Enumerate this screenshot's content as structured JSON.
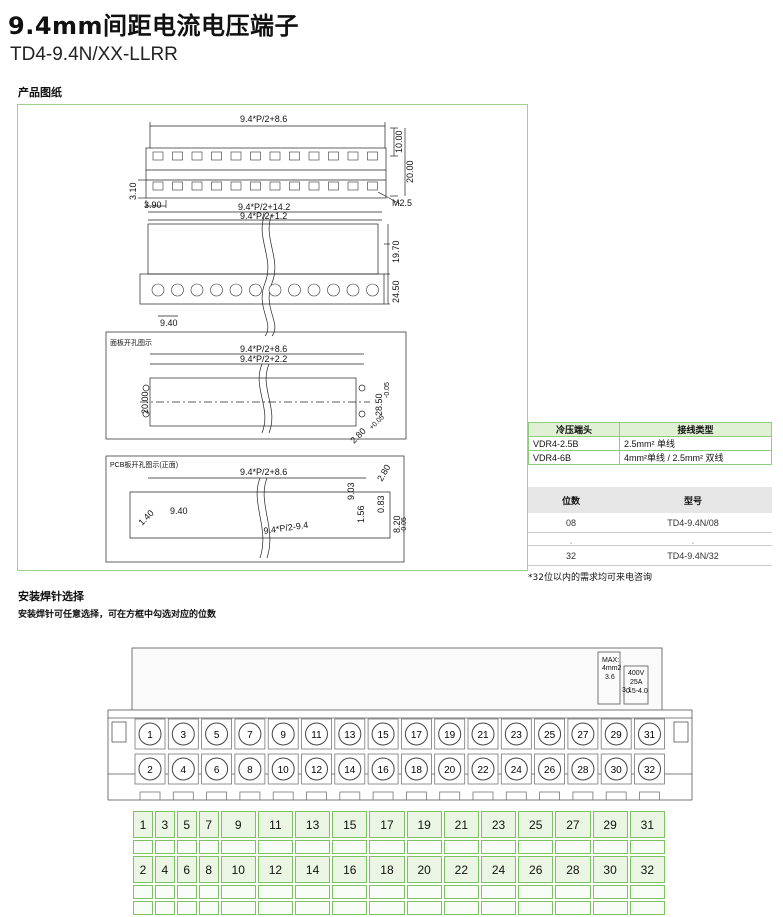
{
  "header": {
    "title": "9.4mm间距电流电压端子",
    "model_code": "TD4-9.4N/XX-LLRR"
  },
  "drawing_section": {
    "heading": "产品图纸",
    "dims": {
      "top_width": "9.4*P/2+8.6",
      "height_10": "10.00",
      "height_20": "20.00",
      "left_310": "3.10",
      "left_390": "3.90",
      "screw": "M2.5",
      "body_width_1": "9.4*P/2+14.2",
      "body_width_2": "9.4*P/2+1.2",
      "height_1970": "19.70",
      "height_2450": "24.50",
      "pitch": "9.40"
    },
    "panel": {
      "label": "面板开孔图示",
      "w1": "9.4*P/2+8.6",
      "w2": "9.4*P/2+2.2",
      "h20": "20.00",
      "h2850": "28.50",
      "h2850_tol": "-0.05",
      "hole": "2.80",
      "hole_tol": "+0.05"
    },
    "pcb": {
      "label": "PCB板开孔图示(正面)",
      "w1": "9.4*P/2+8.6",
      "hole": "2.80",
      "d903": "9.03",
      "d940": "9.40",
      "d140": "1.40",
      "d083": "0.83",
      "d156": "1.56",
      "d820": "8.20",
      "d820_tol": "-0.05",
      "w_bottom": "9.4*P/2-9.4"
    }
  },
  "spec_table": {
    "headers": [
      "冷压端头",
      "接线类型"
    ],
    "rows": [
      [
        "VDR4-2.5B",
        "2.5mm² 单线"
      ],
      [
        "VDR4-6B",
        "4mm²单线 / 2.5mm² 双线"
      ]
    ]
  },
  "model_table": {
    "headers": [
      "位数",
      "型号"
    ],
    "rows": [
      [
        "08",
        "TD4-9.4N/08"
      ],
      [
        "ˌ",
        "ˌ"
      ],
      [
        "32",
        "TD4-9.4N/32"
      ]
    ],
    "footnote": "*32位以内的需求均可来电咨询"
  },
  "install_section": {
    "heading": "安装焊针选择",
    "desc": "安装焊针可任意选择，可在方框中勾选对应的位数",
    "label_max": "MAX:",
    "label_wire": "4mm2",
    "label_36": "3.6",
    "label_31": "3.1",
    "label_400v": "400V",
    "label_25a": "25A",
    "label_range": "0.5-4.0",
    "top_numbers": [
      "1",
      "3",
      "5",
      "7",
      "9",
      "11",
      "13",
      "15",
      "17",
      "19",
      "21",
      "23",
      "25",
      "27",
      "29",
      "31"
    ],
    "bottom_numbers": [
      "2",
      "4",
      "6",
      "8",
      "10",
      "12",
      "14",
      "16",
      "18",
      "20",
      "22",
      "24",
      "26",
      "28",
      "30",
      "32"
    ]
  }
}
